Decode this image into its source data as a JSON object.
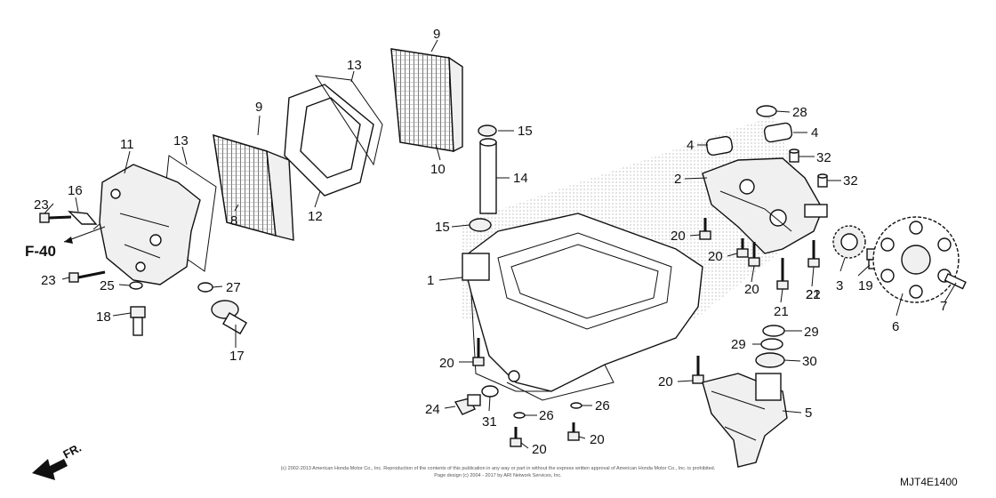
{
  "diagram": {
    "part_numbers": [
      "1",
      "2",
      "3",
      "4",
      "4",
      "5",
      "6",
      "7",
      "8",
      "9",
      "9",
      "10",
      "11",
      "12",
      "13",
      "13",
      "14",
      "15",
      "15",
      "16",
      "17",
      "18",
      "19",
      "20",
      "20",
      "20",
      "20",
      "20",
      "20",
      "20",
      "21",
      "21",
      "21",
      "22",
      "22",
      "23",
      "23",
      "24",
      "25",
      "26",
      "26",
      "27",
      "28",
      "29",
      "29",
      "30",
      "31",
      "32",
      "32"
    ],
    "reference_label": "F-40",
    "front_label": "FR.",
    "diagram_code": "MJT4E1400",
    "copyright_line1": "(c) 2002-2013 American Honda Motor Co., Inc. Reproduction of the contents of this publication in any way or part in without the express written approval of American Honda Motor Co., Inc. is prohibited.",
    "copyright_line2": "Page design (c) 2004 - 2017 by ARI Network Services, Inc."
  }
}
